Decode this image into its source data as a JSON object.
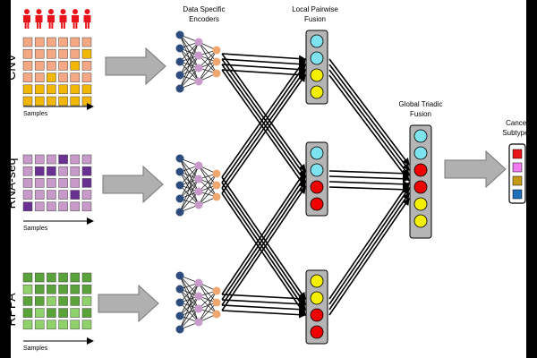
{
  "omics": [
    {
      "label": "CNV",
      "samples_label": "Samples"
    },
    {
      "label": "RNA-seq",
      "samples_label": "Samples"
    },
    {
      "label": "RPPA",
      "samples_label": "Samples"
    }
  ],
  "headers": {
    "encoders": [
      "Data Specific",
      "Encoders"
    ],
    "pairwise": [
      "Local Pairwise",
      "Fusion"
    ],
    "triadic": [
      "Global Triadic",
      "Fusion"
    ],
    "subtypes": [
      "Cancer",
      "Subtypes"
    ]
  },
  "colors": {
    "person": "#e8141b",
    "cnv_a": "#f4a883",
    "cnv_b": "#f2b705",
    "rna_a": "#c79ac9",
    "rna_b": "#6a3092",
    "rppa_a": "#5aa23a",
    "rppa_b": "#8fd16a",
    "enc_in": "#2d4b7c",
    "enc_mid": "#c79ac9",
    "enc_out": "#f0a66f",
    "cyan": "#7fe3ef",
    "red": "#f00000",
    "yellow": "#f4ef00",
    "fusion_bar": "#b5b5b5",
    "gray_arrow": "#b0b0b0",
    "sub1": "#e8141b",
    "sub2": "#f07cf0",
    "sub3": "#c49a14",
    "sub4": "#1f6fb8"
  },
  "fusion_pairwise": [
    [
      "cyan",
      "cyan",
      "yellow",
      "yellow"
    ],
    [
      "cyan",
      "cyan",
      "red",
      "red"
    ],
    [
      "yellow",
      "yellow",
      "red",
      "red"
    ]
  ],
  "fusion_triadic": [
    "cyan",
    "cyan",
    "red",
    "red",
    "yellow",
    "yellow"
  ],
  "subtypes": [
    "sub1",
    "sub2",
    "sub3",
    "sub4"
  ],
  "matrices": [
    {
      "a": "cnv_a",
      "b": "cnv_b",
      "pattern": [
        [
          0,
          0,
          0,
          0,
          0,
          0
        ],
        [
          0,
          0,
          0,
          0,
          0,
          1
        ],
        [
          0,
          0,
          0,
          0,
          1,
          0
        ],
        [
          0,
          0,
          1,
          0,
          0,
          0
        ],
        [
          1,
          1,
          1,
          1,
          1,
          1
        ],
        [
          1,
          1,
          1,
          1,
          1,
          1
        ]
      ]
    },
    {
      "a": "rna_a",
      "b": "rna_b",
      "pattern": [
        [
          0,
          0,
          0,
          1,
          0,
          0
        ],
        [
          0,
          1,
          1,
          0,
          0,
          1
        ],
        [
          0,
          0,
          0,
          0,
          0,
          1
        ],
        [
          0,
          0,
          0,
          0,
          1,
          0
        ],
        [
          1,
          0,
          0,
          0,
          0,
          0
        ]
      ]
    },
    {
      "a": "rppa_a",
      "b": "rppa_b",
      "pattern": [
        [
          0,
          0,
          0,
          0,
          0,
          0
        ],
        [
          1,
          0,
          0,
          0,
          0,
          0
        ],
        [
          0,
          0,
          1,
          0,
          0,
          1
        ],
        [
          0,
          1,
          0,
          0,
          1,
          0
        ],
        [
          1,
          1,
          1,
          1,
          1,
          1
        ]
      ]
    }
  ]
}
